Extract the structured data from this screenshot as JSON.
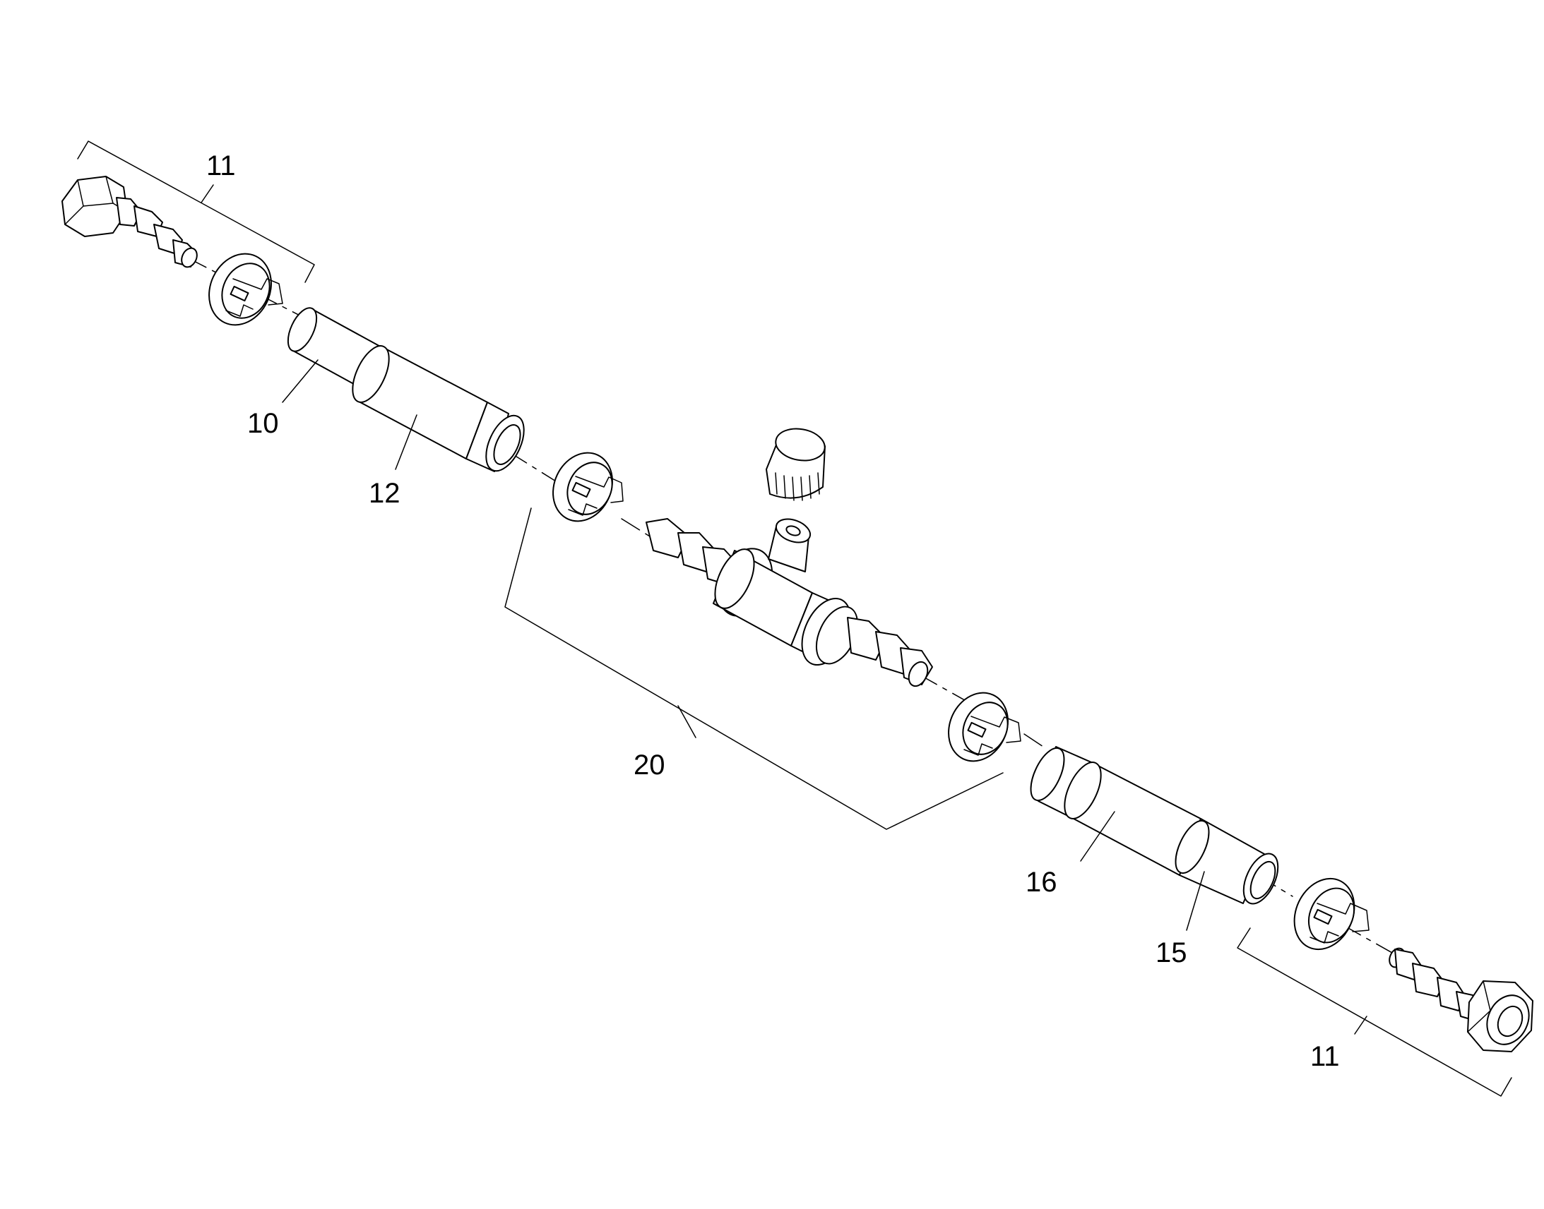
{
  "diagram": {
    "callouts": {
      "hose_fitting_left": "11",
      "hose_left": "10",
      "sleeve_left": "12",
      "tee_assembly": "20",
      "sleeve_right": "16",
      "hose_right": "15",
      "hose_fitting_right": "11"
    }
  }
}
